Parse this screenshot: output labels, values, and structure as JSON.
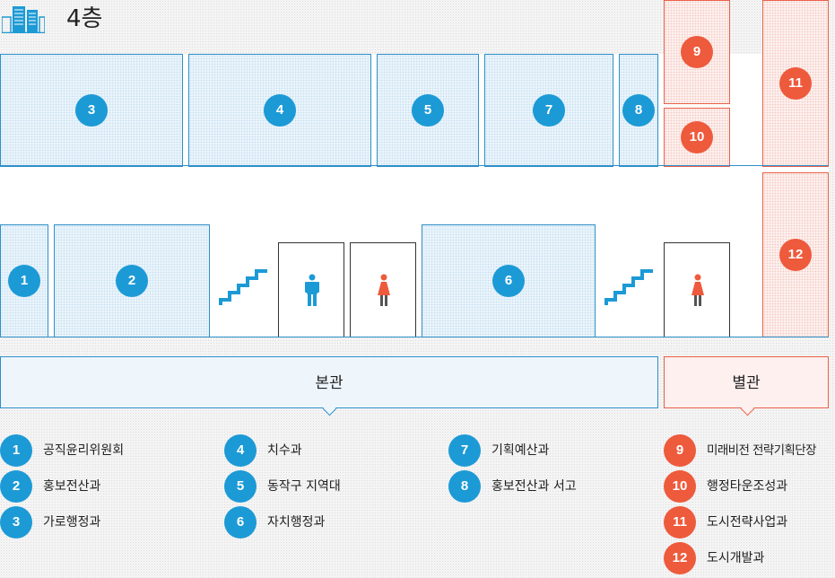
{
  "floor": {
    "title": "4층"
  },
  "plan": {
    "rooms": {
      "r1": "1",
      "r2": "2",
      "r3": "3",
      "r4": "4",
      "r5": "5",
      "r6": "6",
      "r7": "7",
      "r8": "8",
      "r9": "9",
      "r10": "10",
      "r11": "11",
      "r12": "12"
    },
    "icons": [
      "building-icon",
      "stairs-icon",
      "male-restroom-icon",
      "female-restroom-icon"
    ]
  },
  "buildings": {
    "main": "본관",
    "annex": "별관"
  },
  "legend": {
    "main": [
      {
        "num": "1",
        "label": "공직윤리위원회"
      },
      {
        "num": "2",
        "label": "홍보전산과"
      },
      {
        "num": "3",
        "label": "가로행정과"
      },
      {
        "num": "4",
        "label": "치수과"
      },
      {
        "num": "5",
        "label": "동작구 지역대"
      },
      {
        "num": "6",
        "label": "자치행정과"
      },
      {
        "num": "7",
        "label": "기획예산과"
      },
      {
        "num": "8",
        "label": "홍보전산과 서고"
      }
    ],
    "annex": [
      {
        "num": "9",
        "label": "미래비전 전략기획단장"
      },
      {
        "num": "10",
        "label": "행정타운조성과"
      },
      {
        "num": "11",
        "label": "도시전략사업과"
      },
      {
        "num": "12",
        "label": "도시개발과"
      }
    ]
  },
  "colors": {
    "main": "#1c9ad6",
    "annex": "#ee5a3c"
  }
}
